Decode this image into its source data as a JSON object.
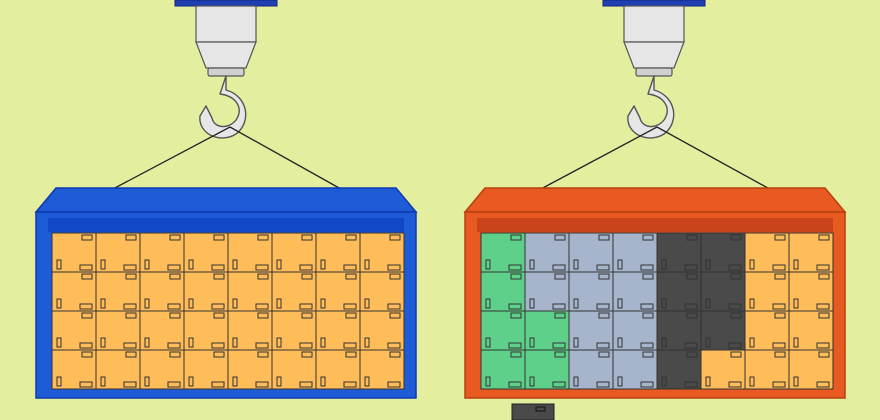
{
  "colors": {
    "background": "#e3ee9e",
    "left_container": "#1e5bd6",
    "left_container_dark": "#0e3ab0",
    "right_container": "#e85a22",
    "right_container_dark": "#b8400f",
    "box_orange": "#ffbd5a",
    "box_green": "#5fd08a",
    "box_blue_gray": "#a6b4cc",
    "box_dark": "#4a4a4a",
    "hook_metal": "#e6e6e6",
    "crane_block": "#1f3fb3",
    "sling_line": "#222222"
  },
  "containers": [
    {
      "name": "blue-container",
      "color_key": "left_container",
      "grid": {
        "rows": 4,
        "cols": 8
      },
      "box_colors": [
        [
          "orange",
          "orange",
          "orange",
          "orange",
          "orange",
          "orange",
          "orange",
          "orange"
        ],
        [
          "orange",
          "orange",
          "orange",
          "orange",
          "orange",
          "orange",
          "orange",
          "orange"
        ],
        [
          "orange",
          "orange",
          "orange",
          "orange",
          "orange",
          "orange",
          "orange",
          "orange"
        ],
        [
          "orange",
          "orange",
          "orange",
          "orange",
          "orange",
          "orange",
          "orange",
          "orange"
        ]
      ]
    },
    {
      "name": "orange-container",
      "color_key": "right_container",
      "grid": {
        "rows": 4,
        "cols": 8
      },
      "box_colors": [
        [
          "green",
          "blue_gray",
          "blue_gray",
          "blue_gray",
          "dark",
          "dark",
          "orange",
          "orange"
        ],
        [
          "green",
          "blue_gray",
          "blue_gray",
          "blue_gray",
          "dark",
          "dark",
          "orange",
          "orange"
        ],
        [
          "green",
          "green",
          "blue_gray",
          "blue_gray",
          "dark",
          "dark",
          "orange",
          "orange"
        ],
        [
          "green",
          "green",
          "blue_gray",
          "blue_gray",
          "dark",
          "orange",
          "orange",
          "orange"
        ]
      ]
    }
  ],
  "loose_box": {
    "color": "dark"
  }
}
